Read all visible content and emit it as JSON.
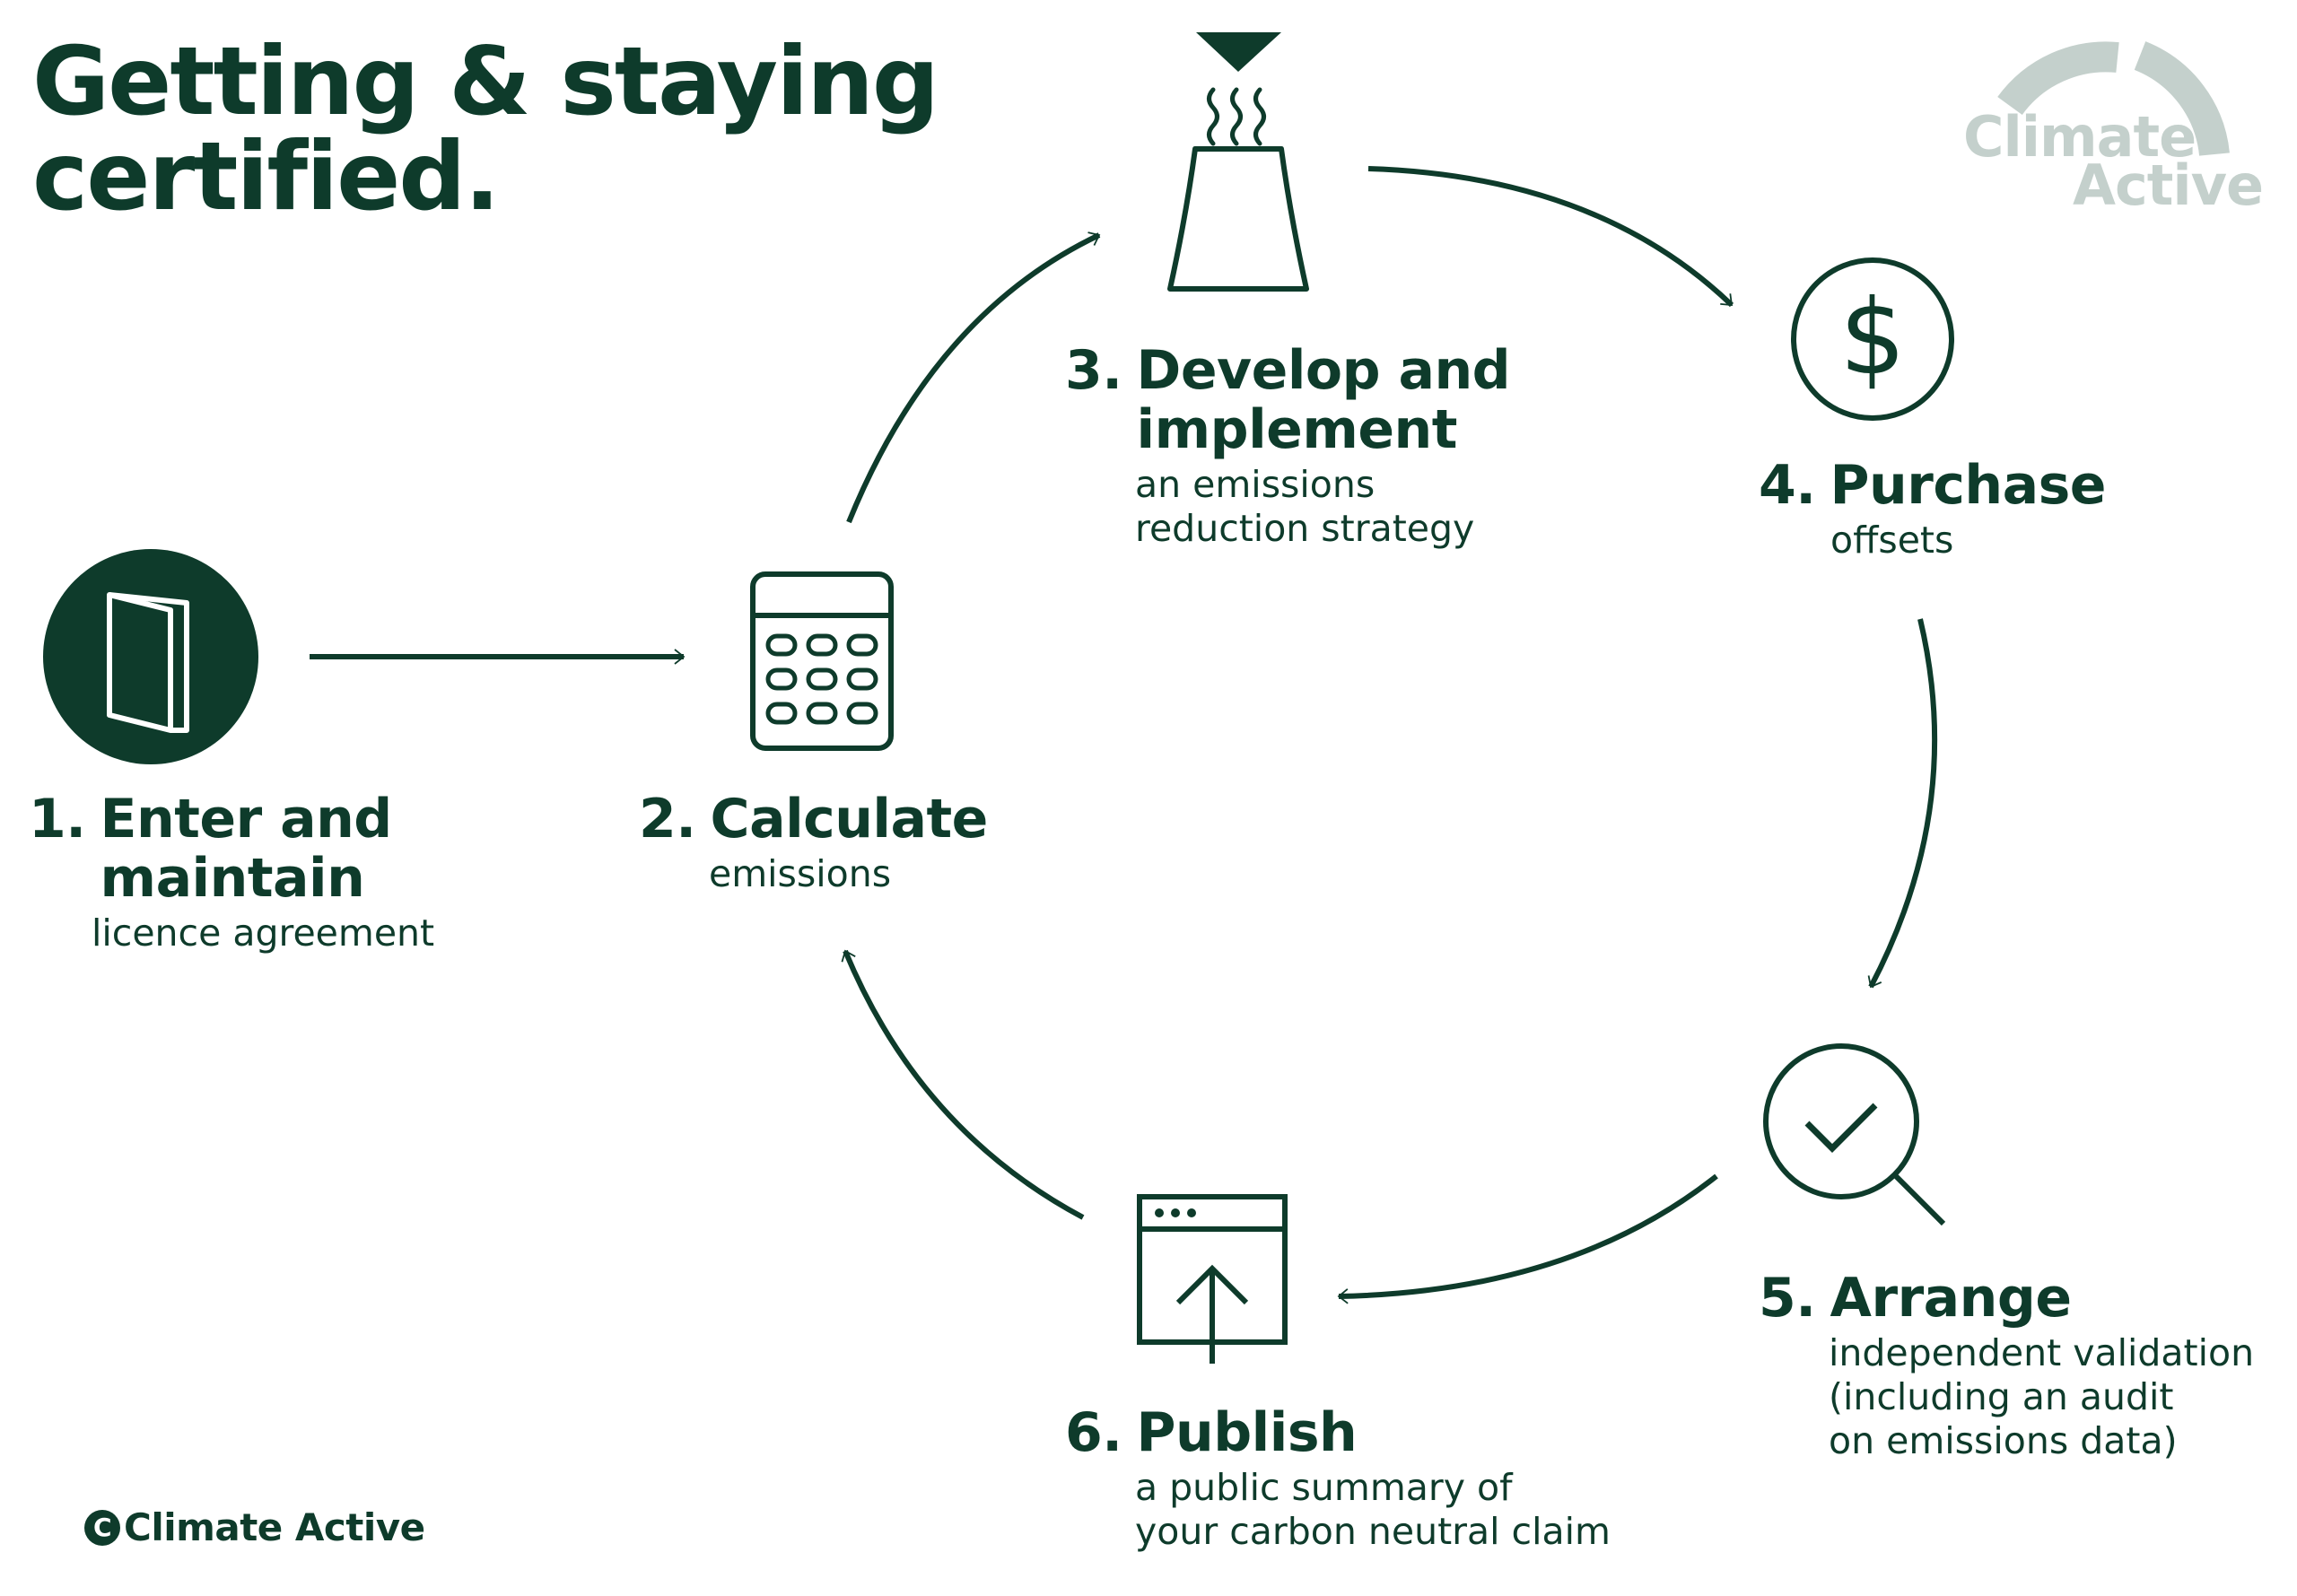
{
  "title": {
    "line1": "Getting & staying",
    "line2": "certified."
  },
  "brand": {
    "logo_line1": "Climate",
    "logo_line2": "Active",
    "footer_mark": "C",
    "footer_text": "Climate Active"
  },
  "steps": [
    {
      "number": "1.",
      "heading": [
        "Enter and",
        "maintain"
      ],
      "description": [
        "licence agreement"
      ],
      "icon": "folder-icon"
    },
    {
      "number": "2.",
      "heading": [
        "Calculate"
      ],
      "description": [
        "emissions"
      ],
      "icon": "calculator-icon"
    },
    {
      "number": "3.",
      "heading": [
        "Develop and",
        "implement"
      ],
      "description": [
        "an emissions",
        "reduction strategy"
      ],
      "icon": "factory-icon"
    },
    {
      "number": "4.",
      "heading": [
        "Purchase"
      ],
      "description": [
        "offsets"
      ],
      "icon": "dollar-icon"
    },
    {
      "number": "5.",
      "heading": [
        "Arrange"
      ],
      "description": [
        "independent validation",
        "(including an audit",
        "on emissions data)"
      ],
      "icon": "magnifier-check-icon"
    },
    {
      "number": "6.",
      "heading": [
        "Publish"
      ],
      "description": [
        "a public summary of",
        "your carbon neutral claim"
      ],
      "icon": "browser-upload-icon"
    }
  ],
  "colors": {
    "primary": "#0e3b2b",
    "logo_grey": "#c4d0cc",
    "background": "#ffffff"
  }
}
